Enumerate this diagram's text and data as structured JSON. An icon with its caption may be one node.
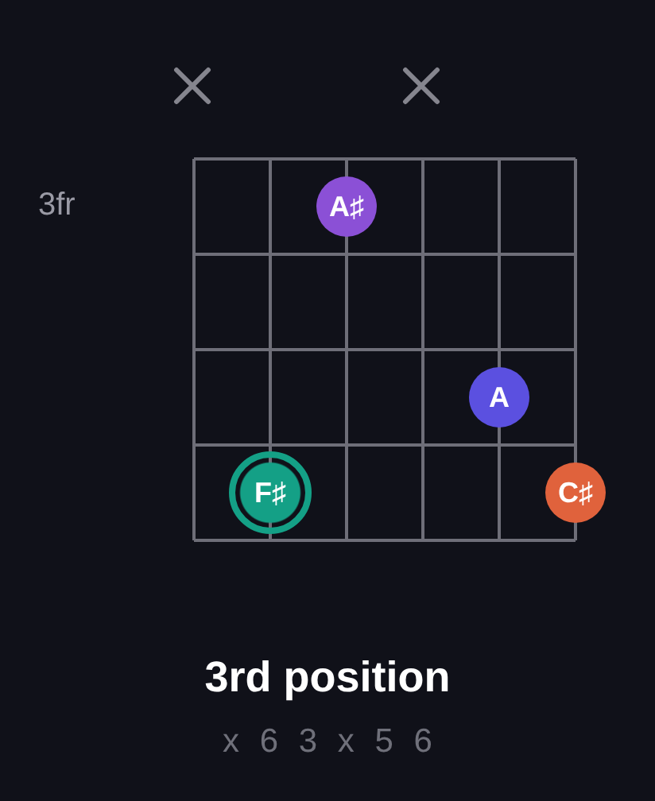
{
  "diagram": {
    "title": "3rd position",
    "caption": "x 6 3 x 5 6",
    "nodes": [
      {
        "text": [
          "A♯"
        ]
      },
      {
        "text": [
          "A"
        ]
      },
      {
        "text": [
          "F♯"
        ]
      },
      {
        "text": [
          "C♯"
        ]
      }
    ],
    "labels": [
      "3fr"
    ]
  }
}
